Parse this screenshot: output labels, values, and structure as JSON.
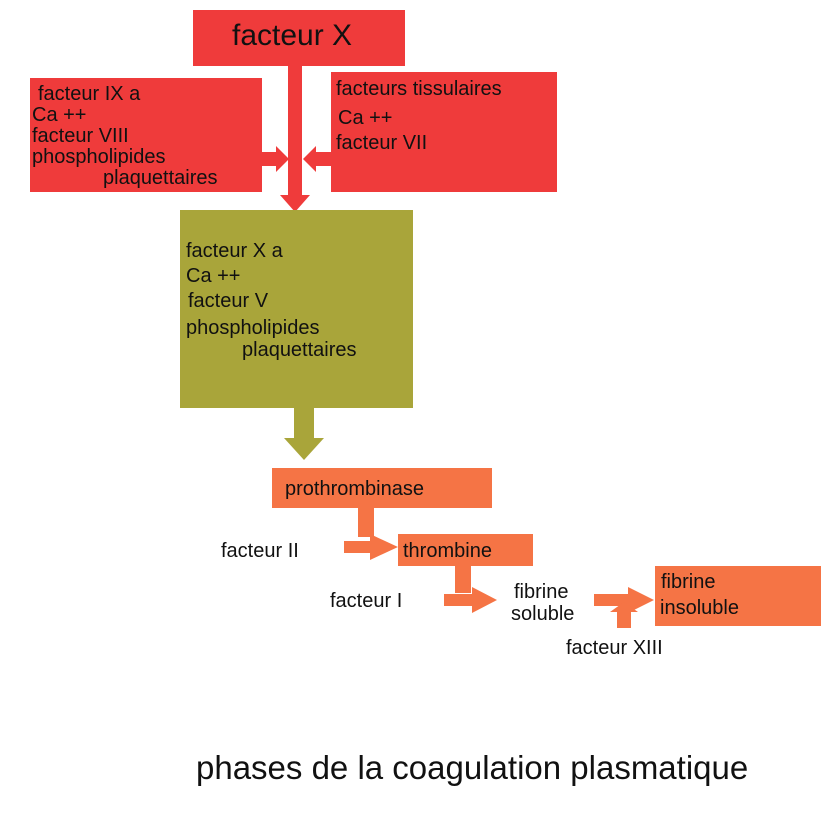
{
  "colors": {
    "red": "#ef3b3b",
    "olive": "#a9a53a",
    "orange": "#f57445",
    "text": "#111111"
  },
  "diagram": {
    "factor_x": "facteur X",
    "left_box": {
      "line1": "facteur IX a",
      "line2": "Ca ++",
      "line3": "facteur VIII",
      "line4": "phospholipides",
      "line5": "plaquettaires"
    },
    "right_box": {
      "line1": "facteurs tissulaires",
      "line2": "Ca ++",
      "line3": "facteur VII"
    },
    "center_box": {
      "line1": "facteur X a",
      "line2": "Ca ++",
      "line3": "facteur V",
      "line4": "phospholipides",
      "line5": "plaquettaires"
    },
    "prothrombinase": "prothrombinase",
    "factor_ii": "facteur II",
    "thrombine": "thrombine",
    "factor_i": "facteur I",
    "fibrine_soluble": {
      "line1": "fibrine",
      "line2": "soluble"
    },
    "fibrine_insoluble": {
      "line1": "fibrine",
      "line2": "insoluble"
    },
    "factor_xiii": "facteur XIII"
  },
  "caption": "phases de la coagulation plasmatique"
}
